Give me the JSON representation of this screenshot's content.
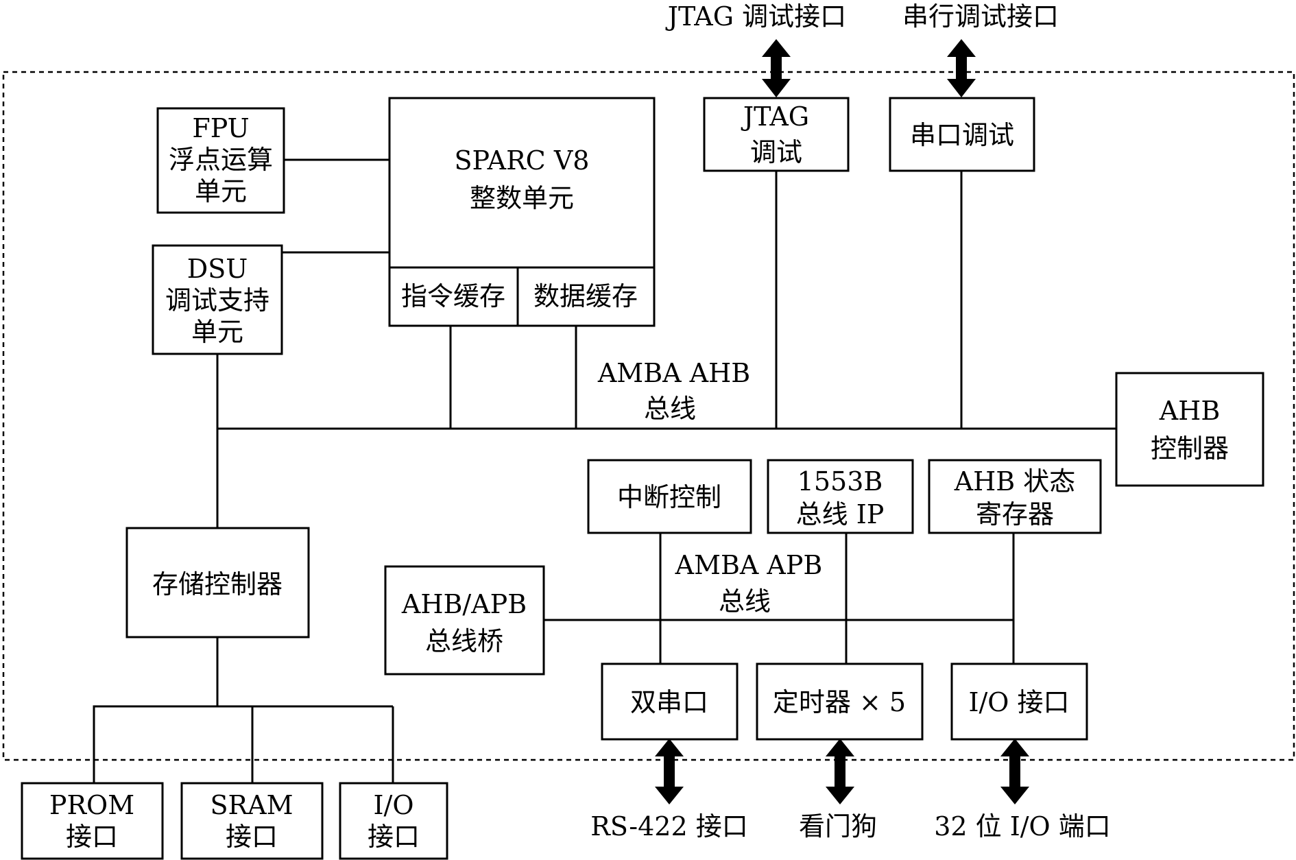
{
  "external": {
    "jtag_port": "JTAG 调试接口",
    "serial_port": "串行调试接口",
    "rs422": "RS-422 接口",
    "watchdog": "看门狗",
    "io32": "32 位 I/O 端口"
  },
  "blocks": {
    "fpu": [
      "FPU",
      "浮点运算",
      "单元"
    ],
    "sparc": [
      "SPARC V8",
      "整数单元"
    ],
    "icache": "指令缓存",
    "dcache": "数据缓存",
    "jtag": [
      "JTAG",
      "调试"
    ],
    "serial_debug": "串口调试",
    "dsu": [
      "DSU",
      "调试支持",
      "单元"
    ],
    "ahb_ctrl": [
      "AHB",
      "控制器"
    ],
    "irq": "中断控制",
    "ip1553": [
      "1553B",
      "总线 IP"
    ],
    "ahb_status": [
      "AHB 状态",
      "寄存器"
    ],
    "mem_ctrl": "存储控制器",
    "bridge": [
      "AHB/APB",
      "总线桥"
    ],
    "uart": "双串口",
    "timer": "定时器 × 5",
    "io_if": "I/O 接口",
    "prom": [
      "PROM",
      "接口"
    ],
    "sram": [
      "SRAM",
      "接口"
    ],
    "io_mem": [
      "I/O",
      "接口"
    ]
  },
  "buses": {
    "ahb": [
      "AMBA AHB",
      "总线"
    ],
    "apb": [
      "AMBA APB",
      "总线"
    ]
  }
}
